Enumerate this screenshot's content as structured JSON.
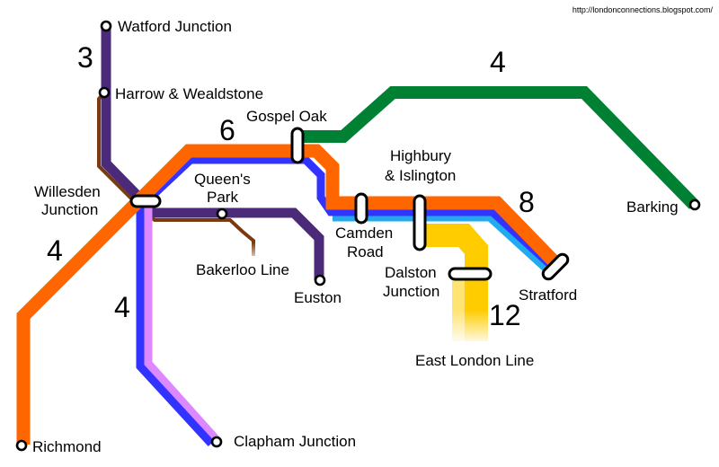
{
  "credit": "http://londonconnections.blogspot.com/",
  "colors": {
    "north_london_line": "#ff6600",
    "gospel_oak_barking": "#008033",
    "watford_dc": "#4b2a7a",
    "bakerloo": "#7b3a10",
    "west_london_line": "#3333ff",
    "west_london_southern": "#dd88ff",
    "east_london_line": "#ffcc00",
    "north_london_blue": "#3333ff",
    "north_london_cyan": "#22aaee"
  },
  "stations": {
    "watford_junction": "Watford Junction",
    "harrow_wealdstone": "Harrow & Wealdstone",
    "willesden_junction_1": "Willesden",
    "willesden_junction_2": "Junction",
    "gospel_oak": "Gospel Oak",
    "queens_park_1": "Queen's",
    "queens_park_2": "Park",
    "highbury_1": "Highbury",
    "highbury_2": "& Islington",
    "camden_road_1": "Camden",
    "camden_road_2": "Road",
    "dalston_1": "Dalston",
    "dalston_2": "Junction",
    "stratford": "Stratford",
    "barking": "Barking",
    "euston": "Euston",
    "richmond": "Richmond",
    "clapham_junction": "Clapham Junction"
  },
  "lines": {
    "bakerloo_line": "Bakerloo Line",
    "east_london_line": "East London Line"
  },
  "frequencies": {
    "watford": "3",
    "gospel_oak_barking": "4",
    "north_london": "6",
    "stratford_branch": "8",
    "richmond": "4",
    "clapham": "4",
    "east_london": "12"
  }
}
